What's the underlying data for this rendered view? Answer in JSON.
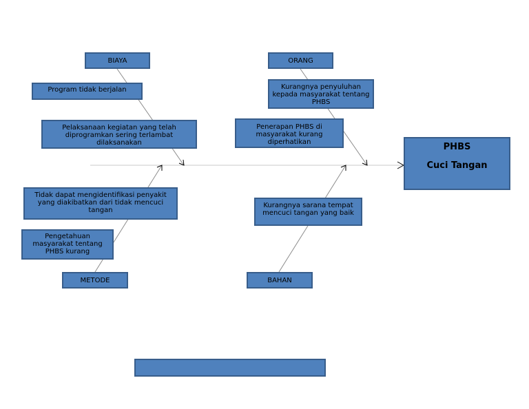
{
  "categories": {
    "biaya": "BIAYA",
    "orang": "ORANG",
    "metode": "METODE",
    "bahan": "BAHAN"
  },
  "causes": {
    "biaya_1": "Program tidak berjalan",
    "biaya_2": "Pelaksanaan kegiatan yang telah diprogramkan sering terlambat dilaksanakan",
    "orang_1": "Kurangnya penyuluhan kepada masyarakat tentang PHBS",
    "orang_2": "Penerapan PHBS di masyarakat kurang diperhatikan",
    "metode_1": "Tidak dapat mengidentifikasi penyakit yang diakibatkan dari tidak mencuci tangan",
    "metode_2": "Pengetahuan masyarakat tentang PHBS kurang",
    "bahan_1": "Kurangnya sarana tempat mencuci tangan yang baik"
  },
  "effect": {
    "title": "PHBS",
    "subtitle": "Cuci Tangan"
  },
  "footer": {
    "label": ""
  },
  "colors": {
    "box_fill": "#4f81bd",
    "box_border": "#385d8a",
    "line": "#8c8c8c"
  }
}
